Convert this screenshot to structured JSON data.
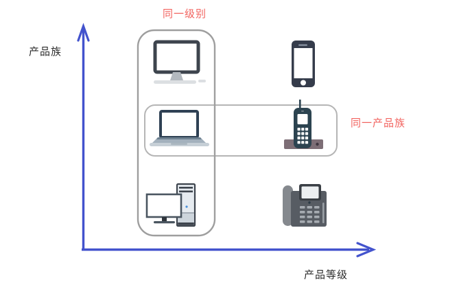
{
  "diagram": {
    "axes": {
      "y_label": "产品族",
      "x_label": "产品等级"
    },
    "annotations": {
      "same_level_label": "同一级别",
      "same_family_label": "同一产品族"
    },
    "groups": [
      {
        "name": "same-level-group",
        "orientation": "vertical",
        "items": [
          "desktop-monitor",
          "laptop",
          "desktop-pc"
        ]
      },
      {
        "name": "same-family-group",
        "orientation": "horizontal",
        "items": [
          "laptop",
          "cordless-phone"
        ]
      }
    ],
    "icons": [
      {
        "name": "desktop-monitor-icon",
        "row": "top",
        "column": "left"
      },
      {
        "name": "smartphone-icon",
        "row": "top",
        "column": "right"
      },
      {
        "name": "laptop-icon",
        "row": "middle",
        "column": "left"
      },
      {
        "name": "cordless-phone-icon",
        "row": "middle",
        "column": "right"
      },
      {
        "name": "desktop-pc-icon",
        "row": "bottom",
        "column": "left"
      },
      {
        "name": "landline-phone-icon",
        "row": "bottom",
        "column": "right"
      }
    ]
  },
  "colors": {
    "axis_blue": "#4353cd",
    "annotation_red": "#f2635f",
    "group_border": "#9e9e9e",
    "group_border_light": "#b5b5b5",
    "text_dark": "#2b2b2b",
    "device_dark": "#3d444d",
    "device_navy": "#2f4154",
    "device_teal": "#2c4350",
    "dock_mauve": "#7d6e76"
  }
}
